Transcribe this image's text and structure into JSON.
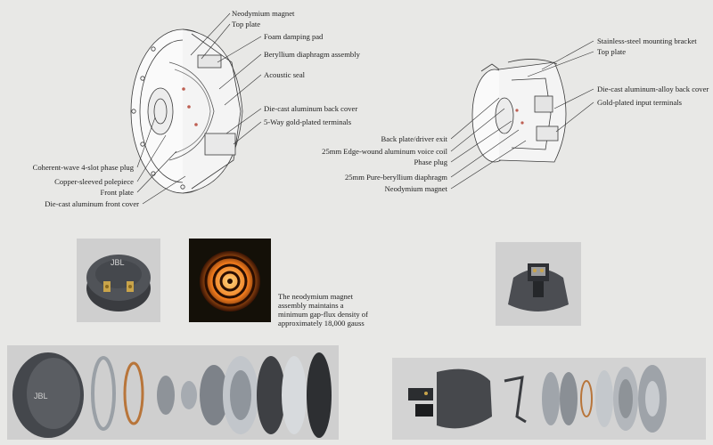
{
  "left_diagram": {
    "labels": {
      "neodymium_magnet": "Neodymium magnet",
      "top_plate": "Top plate",
      "foam_damping_pad": "Foam damping pad",
      "beryllium_diaphragm_assembly": "Beryllium diaphragm assembly",
      "acoustic_seal": "Acoustic seal",
      "die_cast_back_cover": "Die-cast aluminum back cover",
      "gold_plated_terminals": "5-Way gold-plated terminals",
      "phase_plug": "Coherent-wave 4-slot phase plug",
      "copper_polepiece": "Copper-sleeved polepiece",
      "front_plate": "Front plate",
      "die_cast_front_cover": "Die-cast aluminum front cover"
    }
  },
  "right_diagram": {
    "labels": {
      "mounting_bracket": "Stainless-steel mounting bracket",
      "top_plate": "Top plate",
      "back_cover": "Die-cast aluminum-alloy back cover",
      "input_terminals": "Gold-plated input terminals",
      "back_plate_exit": "Back plate/driver exit",
      "voice_coil": "25mm Edge-wound aluminum voice coil",
      "phase_plug": "Phase plug",
      "diaphragm": "25mm Pure-beryllium diaphragm",
      "neodymium_magnet": "Neodymium magnet"
    }
  },
  "photos": {
    "driver_brand": "JBL",
    "caption_lines": [
      "The neodymium magnet",
      "assembly maintains a",
      "minimum gap-flux density of",
      "approximately 18,000 gauss"
    ]
  },
  "colors": {
    "background": "#e8e8e6",
    "photo_bg": "#d2d2d2",
    "flux_bg": "#141008",
    "flux_glow": "#f07a1c",
    "accent_red": "#b03a2a"
  }
}
